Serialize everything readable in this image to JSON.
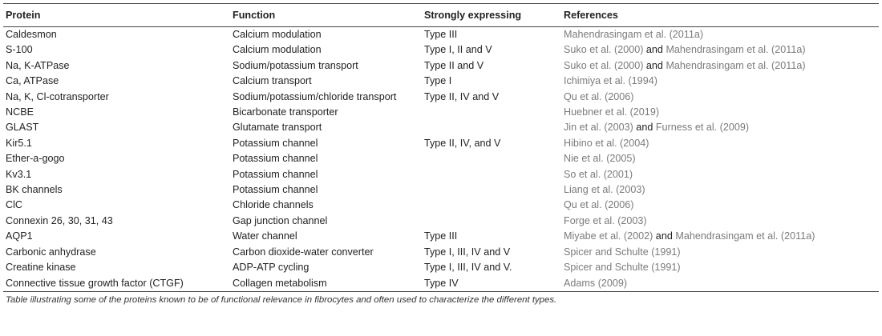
{
  "headers": {
    "protein": "Protein",
    "function": "Function",
    "expressing": "Strongly expressing",
    "references": "References"
  },
  "rows": [
    {
      "protein": "Caldesmon",
      "function": "Calcium modulation",
      "expressing": "Type III",
      "refs": [
        "Mahendrasingam et al. (2011a)"
      ],
      "join": ""
    },
    {
      "protein": "S-100",
      "function": "Calcium modulation",
      "expressing": "Type I, II and V",
      "refs": [
        "Suko et al. (2000)",
        "Mahendrasingam et al. (2011a)"
      ],
      "join": " and "
    },
    {
      "protein": "Na, K-ATPase",
      "function": "Sodium/potassium transport",
      "expressing": "Type II and V",
      "refs": [
        "Suko et al. (2000)",
        "Mahendrasingam et al. (2011a)"
      ],
      "join": " and "
    },
    {
      "protein": "Ca, ATPase",
      "function": "Calcium transport",
      "expressing": "Type I",
      "refs": [
        "Ichimiya et al. (1994)"
      ],
      "join": ""
    },
    {
      "protein": "Na, K, Cl-cotransporter",
      "function": "Sodium/potassium/chloride transport",
      "expressing": "Type II, IV and V",
      "refs": [
        "Qu et al. (2006)"
      ],
      "join": ""
    },
    {
      "protein": "NCBE",
      "function": "Bicarbonate transporter",
      "expressing": "",
      "refs": [
        "Huebner et al. (2019)"
      ],
      "join": ""
    },
    {
      "protein": "GLAST",
      "function": "Glutamate transport",
      "expressing": "",
      "refs": [
        "Jin et al. (2003)",
        "Furness et al. (2009)"
      ],
      "join": " and "
    },
    {
      "protein": "Kir5.1",
      "function": "Potassium channel",
      "expressing": "Type II, IV, and V",
      "refs": [
        "Hibino et al. (2004)"
      ],
      "join": ""
    },
    {
      "protein": "Ether-a-gogo",
      "function": "Potassium channel",
      "expressing": "",
      "refs": [
        "Nie et al. (2005)"
      ],
      "join": ""
    },
    {
      "protein": "Kv3.1",
      "function": "Potassium channel",
      "expressing": "",
      "refs": [
        "So et al. (2001)"
      ],
      "join": ""
    },
    {
      "protein": "BK channels",
      "function": "Potassium channel",
      "expressing": "",
      "refs": [
        "Liang et al. (2003)"
      ],
      "join": ""
    },
    {
      "protein": "ClC",
      "function": "Chloride channels",
      "expressing": "",
      "refs": [
        "Qu et al. (2006)"
      ],
      "join": ""
    },
    {
      "protein": "Connexin 26, 30, 31, 43",
      "function": "Gap junction channel",
      "expressing": "",
      "refs": [
        "Forge et al. (2003)"
      ],
      "join": ""
    },
    {
      "protein": "AQP1",
      "function": "Water channel",
      "expressing": "Type III",
      "refs": [
        "Miyabe et al. (2002)",
        "Mahendrasingam et al. (2011a)"
      ],
      "join": " and "
    },
    {
      "protein": "Carbonic anhydrase",
      "function": "Carbon dioxide-water converter",
      "expressing": "Type I, III, IV and V",
      "refs": [
        "Spicer and Schulte (1991)"
      ],
      "join": ""
    },
    {
      "protein": "Creatine kinase",
      "function": "ADP-ATP cycling",
      "expressing": "Type I, III, IV and V.",
      "refs": [
        "Spicer and Schulte (1991)"
      ],
      "join": ""
    },
    {
      "protein": "Connective tissue growth factor (CTGF)",
      "function": "Collagen metabolism",
      "expressing": "Type IV",
      "refs": [
        "Adams (2009)"
      ],
      "join": ""
    }
  ],
  "caption": "Table illustrating some of the proteins known to be of functional relevance in fibrocytes and often used to characterize the different types.",
  "colors": {
    "text": "#222222",
    "reference_link": "#7b7b7b",
    "rule": "#444444"
  }
}
